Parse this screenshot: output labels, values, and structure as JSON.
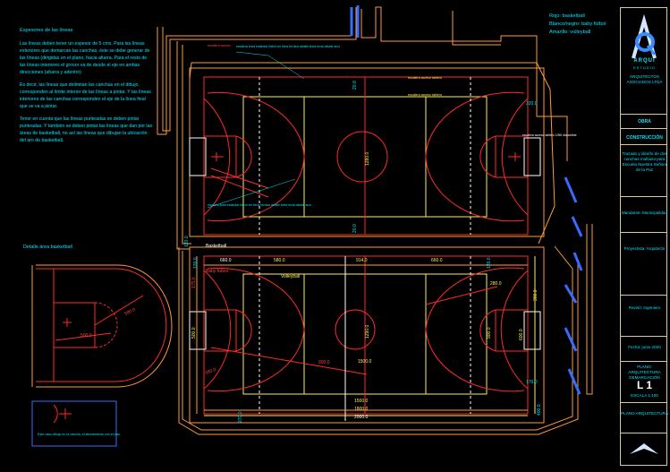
{
  "notes": {
    "title": "Espesores de las líneas",
    "paragraphs": [
      "Las líneas deben tener un espesor de 5 cms. Para las líneas exteriores que demarcan las canchas, éste se debe generar de las líneas (dirigidas en el plano, hacia afuera. Para el resto de las líneas interiores el grosor va de desde el eje en ambas direcciones (afuera y adentro)",
      "Es decir, las líneas que delimitan las canchas en el dibujo, corresponden al límite interior de las líneas a pintar. Y las líneas interiores de las canchas corresponden el eje de la línea final que se va a pintar.",
      "Tener en cuenta que las líneas punteadas se deben pintar punteadas. Y también se deben pintar las líneas que dan por las áreas de basketball, no así las líneas que dibujan la ubicación del aro de basketball."
    ]
  },
  "legend": {
    "items": [
      "Rojo: basketball",
      "Blanco/negro: baby fútbol",
      "Amarillo: volleyball"
    ]
  },
  "detail": {
    "title": "Detalle área basketball",
    "dims": [
      "580.0",
      "500.0"
    ],
    "box_note": "Este caso dibujo en la cancha, el alineamiento con el piso"
  },
  "court_top": {
    "dims": [
      "20.0",
      "20.0",
      "1280.0"
    ],
    "annotations": [
      "escalera acceso",
      "escalera acceso tablero",
      "escalera acceso tablero"
    ],
    "side_note": "escalera acceso tablero 1050 disponible",
    "center_note": "escalera línea estándar fútbol ver ficha técnica detalle línea recta detalle arco",
    "dim_right": "320.0",
    "dim_left": "120.0"
  },
  "court_bottom": {
    "labels": [
      "Basketball",
      "Baby fútbol",
      "Volleyball"
    ],
    "dims_top": [
      "660.0",
      "914.0",
      "660.0",
      "580.0"
    ],
    "dims_side": [
      "500.0",
      "1290.0",
      "900.0",
      "600.0",
      "300.0"
    ],
    "dims_bottom": [
      "1500.0",
      "1800.0",
      "2000.0"
    ],
    "dims_misc": [
      "120.0",
      "120.0",
      "175.0",
      "580.0",
      "900.0",
      "1500.0",
      "1800.0",
      "280.0",
      "300.0",
      "400.0",
      "1500.0",
      "1800.0",
      "2000.0",
      "270.0",
      "170.0"
    ]
  },
  "titleblock": {
    "logo": "ARQUI",
    "logo_sub": "ESTUDIO",
    "company": "ARQUITECTOS ASOCIADOS LTDA",
    "obra_label": "OBRA",
    "obra": "CONSTRUCCIÓN",
    "project": "Trazado y diseño de dos canchas multiuso para Escuela Nuestra Señora de la Paz",
    "fields": [
      "Mandante: Municipalidad",
      "Proyectista: Arquitecto",
      "Revisó: Ingeniero",
      "Fecha: junio 2020"
    ],
    "sheet_label": "PLANO: ARQUITECTURA DEMARCACIÓN",
    "sheet": "L 1",
    "scale": "ESCALA 1:100",
    "footer": "PLANO ARQUITECTURA"
  }
}
